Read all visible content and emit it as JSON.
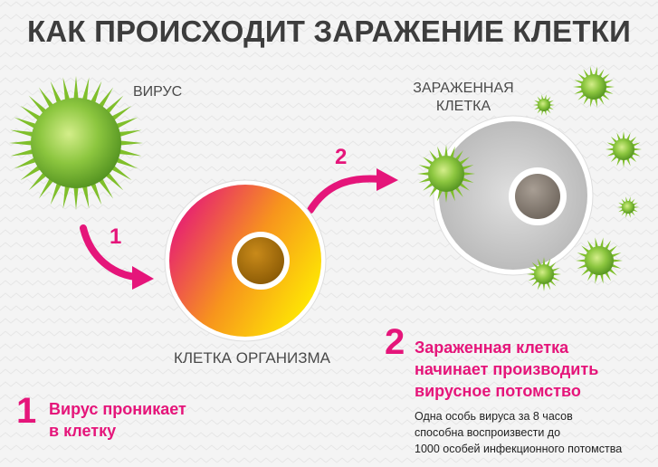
{
  "title": "КАК ПРОИСХОДИТ ЗАРАЖЕНИЕ КЛЕТКИ",
  "labels": {
    "virus": "ВИРУС",
    "infected_cell_line1": "ЗАРАЖЕННАЯ",
    "infected_cell_line2": "КЛЕТКА",
    "organism_cell": "КЛЕТКА ОРГАНИЗМА"
  },
  "steps": [
    {
      "number": "1",
      "text_line1": "Вирус проникает",
      "text_line2": "в клетку"
    },
    {
      "number": "2",
      "text_line1": "Зараженная клетка",
      "text_line2": "начинает производить",
      "text_line3": "вирусное потомство",
      "desc_line1": "Одна особь вируса за 8 часов",
      "desc_line2": "способна воспроизвести до",
      "desc_line3": "1000 особей  инфекционного потомства"
    }
  ],
  "colors": {
    "accent": "#e5157a",
    "virus_green": "#8cc63f",
    "title_gray": "#3d3d3d"
  }
}
